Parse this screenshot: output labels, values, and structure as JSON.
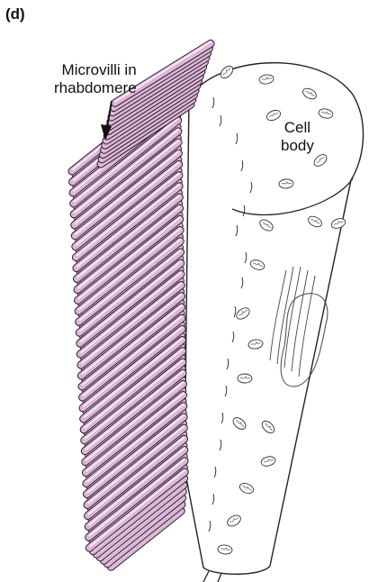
{
  "figure": {
    "panel_label": "(d)",
    "labels": {
      "microvilli": [
        "Microvilli in",
        "rhabdomere"
      ],
      "cell_body": [
        "Cell",
        "body"
      ]
    }
  },
  "colors": {
    "microvillus_fill": "#dcb6d8",
    "microvillus_highlight": "#f6eaf4",
    "microvillus_shadow": "#b888b2",
    "outline": "#222222",
    "cell_fill": "#ffffff"
  }
}
